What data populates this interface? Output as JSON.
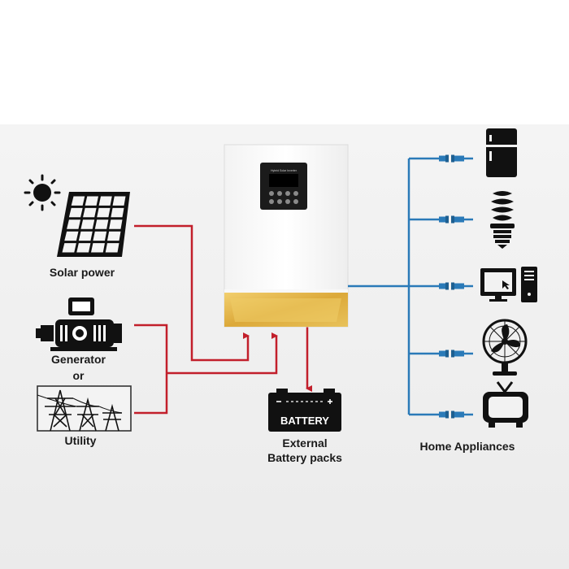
{
  "sources": {
    "solar_label": "Solar power",
    "generator_label": "Generator",
    "or_label": "or",
    "utility_label": "Utility"
  },
  "inverter": {
    "screen_text": "Hybrid Solar Inverter"
  },
  "battery": {
    "icon_text": "BATTERY",
    "label_line1": "External",
    "label_line2": "Battery packs"
  },
  "appliances": {
    "label": "Home Appliances",
    "items": [
      "refrigerator",
      "light bulb",
      "computer",
      "fan",
      "television"
    ]
  },
  "colors": {
    "dc_line": "#c21f2b",
    "ac_line": "#2a7ab8",
    "inverter_band": "#e6b84a",
    "background": "#efefef"
  }
}
